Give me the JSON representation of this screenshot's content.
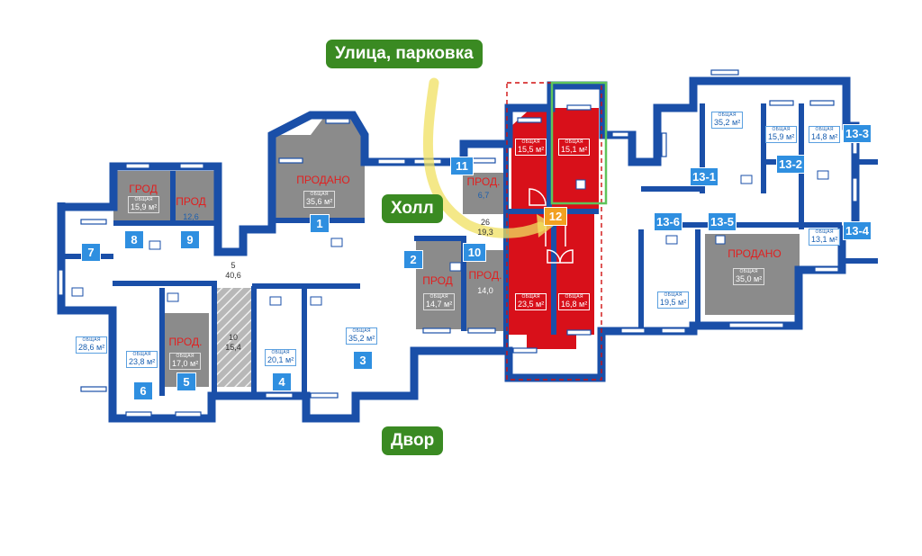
{
  "labels": {
    "street": "Улица, парковка",
    "hall": "Холл",
    "yard": "Двор"
  },
  "colors": {
    "label_green": "#3a8a22",
    "wall_blue": "#1a4fa8",
    "badge_blue": "#2f8fe0",
    "sold_gray": "#8b8b8b",
    "selected_red": "#d8101a",
    "arrow_yellow": "#f0e060",
    "badge_orange": "#f2a020",
    "highlight_green": "#5fc45a"
  },
  "area_caption": "ОБЩАЯ",
  "units": {
    "u1": {
      "badge": "1",
      "status": "ПРОДАНО",
      "area": "35,6 м²"
    },
    "u2": {
      "badge": "2",
      "status": "ПРОД",
      "area": "14,7 м²"
    },
    "u3": {
      "badge": "3",
      "area": "35,2 м²"
    },
    "u4": {
      "badge": "4",
      "area": "20,1 м²"
    },
    "u5": {
      "badge": "5",
      "status": "ПРОД.",
      "area": "17,0 м²"
    },
    "u6": {
      "badge": "6",
      "area": "23,8 м²"
    },
    "u7": {
      "badge": "7",
      "area": "28,6 м²"
    },
    "u8": {
      "badge": "8",
      "status": "ГРОД",
      "area": "15,9 м²"
    },
    "u9": {
      "badge": "9",
      "status": "ПРОД",
      "value": "12,6"
    },
    "u10": {
      "badge": "10",
      "status": "ПРОД.",
      "value": "14,0"
    },
    "u11": {
      "badge": "11",
      "status": "ПРОД.",
      "value": "6,7"
    },
    "u12": {
      "badge": "12",
      "area_left_top": "15,5 м²",
      "area_right_top": "15,1 м²",
      "area_left_bottom": "23,5 м²",
      "area_right_bottom": "16,8 м²"
    },
    "u13_1": {
      "badge": "13-1",
      "area": "35,2 м²"
    },
    "u13_2": {
      "badge": "13-2",
      "area": "15,9 м²"
    },
    "u13_3": {
      "badge": "13-3",
      "area": "14,8 м²"
    },
    "u13_4": {
      "badge": "13-4",
      "area": "13,1 м²"
    },
    "u13_5": {
      "badge": "13-5",
      "status": "ПРОДАНО",
      "area": "35,0 м²"
    },
    "u13_6": {
      "badge": "13-6",
      "area": "19,5 м²"
    }
  },
  "common": {
    "c5": {
      "num": "5",
      "value": "40,6"
    },
    "c10": {
      "num": "10",
      "value": "15,4"
    },
    "c26": {
      "num": "26",
      "value": "19,3"
    }
  }
}
